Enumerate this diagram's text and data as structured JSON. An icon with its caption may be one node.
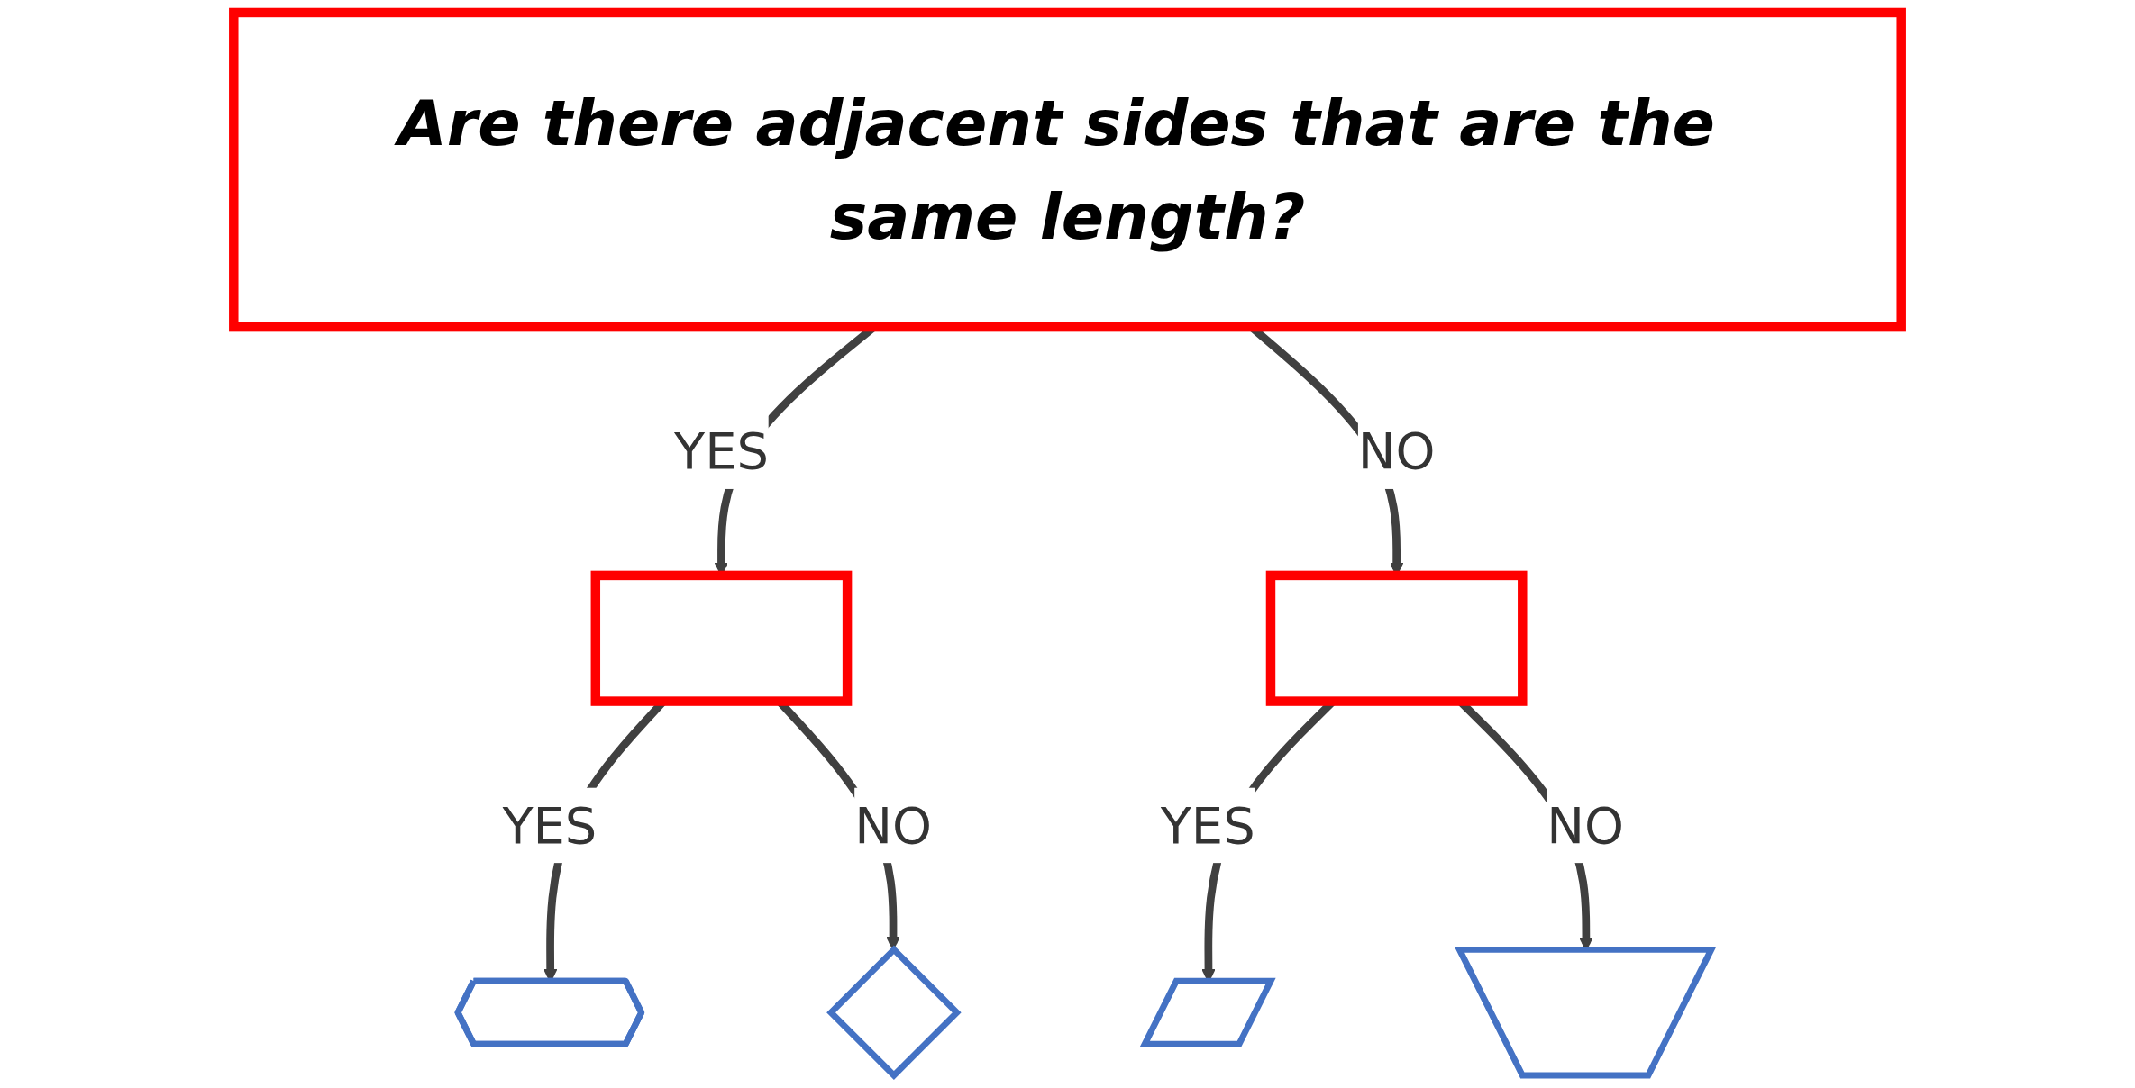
{
  "diagram": {
    "nodes": [
      {
        "text": [
          "Are there adjacent sides that are the same length?"
        ]
      },
      {
        "text": [],
        "shape": "box"
      },
      {
        "text": [],
        "shape": "box"
      },
      {
        "text": [],
        "shape": "hexagon"
      },
      {
        "text": [],
        "shape": "kite"
      },
      {
        "text": [],
        "shape": "parallelogram"
      },
      {
        "text": [],
        "shape": "quadrilateral"
      }
    ],
    "edges": [
      {
        "from": 0,
        "to": 1,
        "arrow": "to",
        "label": "YES"
      },
      {
        "from": 0,
        "to": 2,
        "arrow": "to",
        "label": "NO"
      },
      {
        "from": 1,
        "to": 3,
        "arrow": "to",
        "label": "YES"
      },
      {
        "from": 1,
        "to": 4,
        "arrow": "to",
        "label": "NO"
      },
      {
        "from": 2,
        "to": 5,
        "arrow": "to",
        "label": "YES"
      },
      {
        "from": 2,
        "to": 6,
        "arrow": "to",
        "label": "NO"
      }
    ]
  }
}
